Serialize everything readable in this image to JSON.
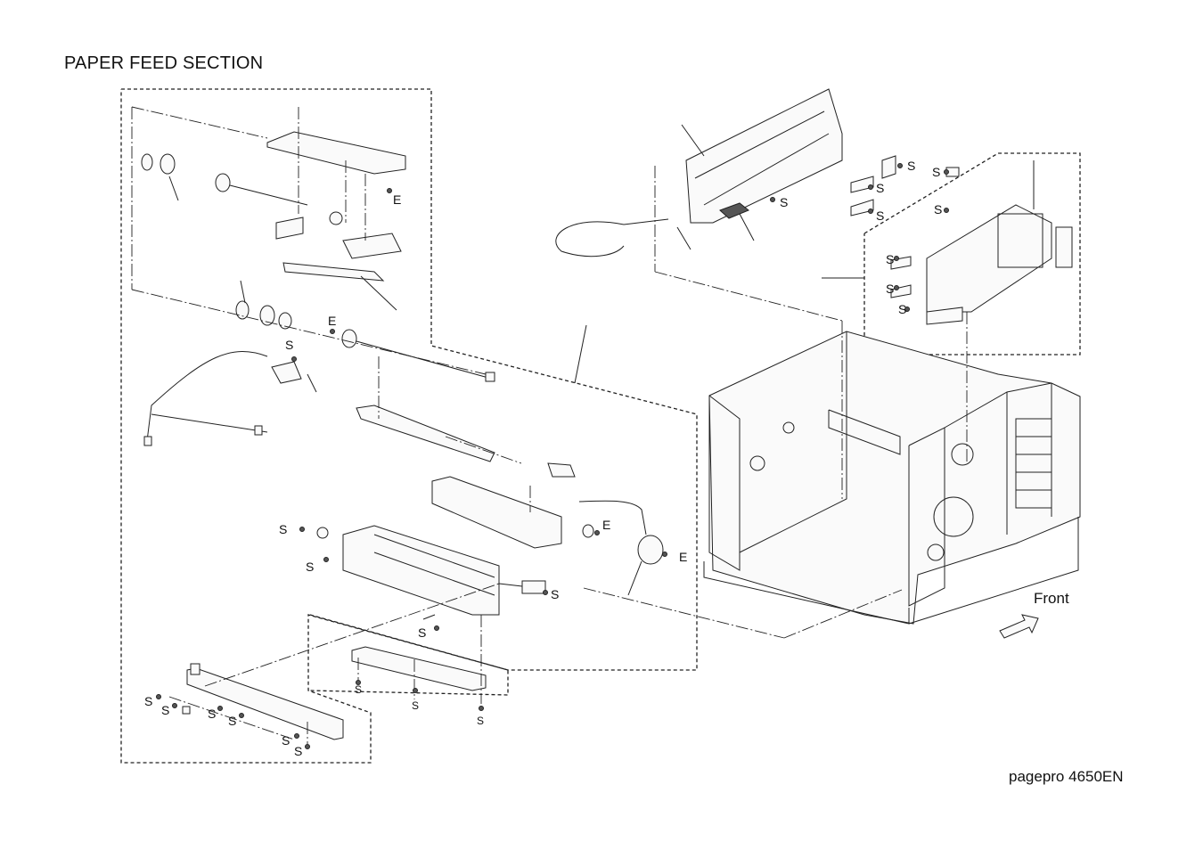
{
  "page": {
    "title": "PAPER FEED SECTION",
    "model": "pagepro 4650EN",
    "front_label": "Front"
  },
  "callouts": {
    "screw": "S",
    "e_ring": "E"
  }
}
